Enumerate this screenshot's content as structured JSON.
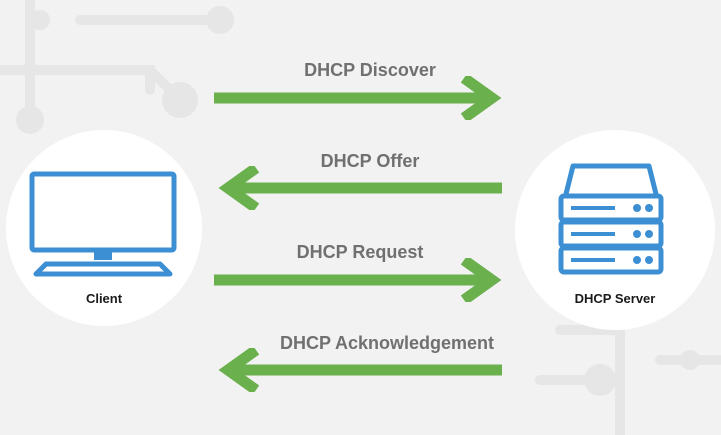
{
  "client": {
    "label": "Client"
  },
  "server": {
    "label": "DHCP Server"
  },
  "messages": [
    {
      "label": "DHCP Discover",
      "direction": "to-server"
    },
    {
      "label": "DHCP Offer",
      "direction": "to-client"
    },
    {
      "label": "DHCP Request",
      "direction": "to-server"
    },
    {
      "label": "DHCP Acknowledgement",
      "direction": "to-client"
    }
  ],
  "colors": {
    "arrow": "#6ab04c",
    "icon": "#3d8fd4",
    "background": "#f2f2f2",
    "label": "#707070"
  },
  "icons": {
    "client": "monitor-icon",
    "server": "server-rack-icon"
  }
}
